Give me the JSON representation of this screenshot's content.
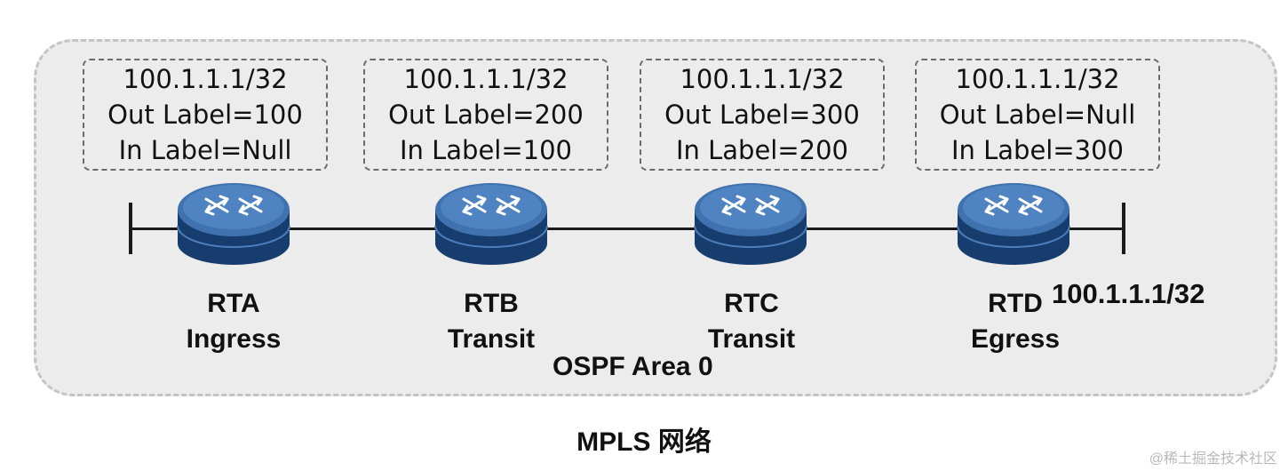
{
  "routers": [
    {
      "name": "RTA",
      "role": "Ingress",
      "prefix": "100.1.1.1/32",
      "out_label": "Out Label=100",
      "in_label": "In Label=Null"
    },
    {
      "name": "RTB",
      "role": "Transit",
      "prefix": "100.1.1.1/32",
      "out_label": "Out Label=200",
      "in_label": "In Label=100"
    },
    {
      "name": "RTC",
      "role": "Transit",
      "prefix": "100.1.1.1/32",
      "out_label": "Out Label=300",
      "in_label": "In Label=200"
    },
    {
      "name": "RTD",
      "role": "Egress",
      "prefix": "100.1.1.1/32",
      "out_label": "Out Label=Null",
      "in_label": "In Label=300"
    }
  ],
  "destination": "100.1.1.1/32",
  "area_label": "OSPF Area 0",
  "network_label": "MPLS 网络",
  "watermark": "@稀土掘金技术社区",
  "colors": {
    "router_top": "#3f72ae",
    "router_side": "#163d6e",
    "area_fill": "#ececec"
  },
  "icons": {
    "router": "router-icon"
  }
}
